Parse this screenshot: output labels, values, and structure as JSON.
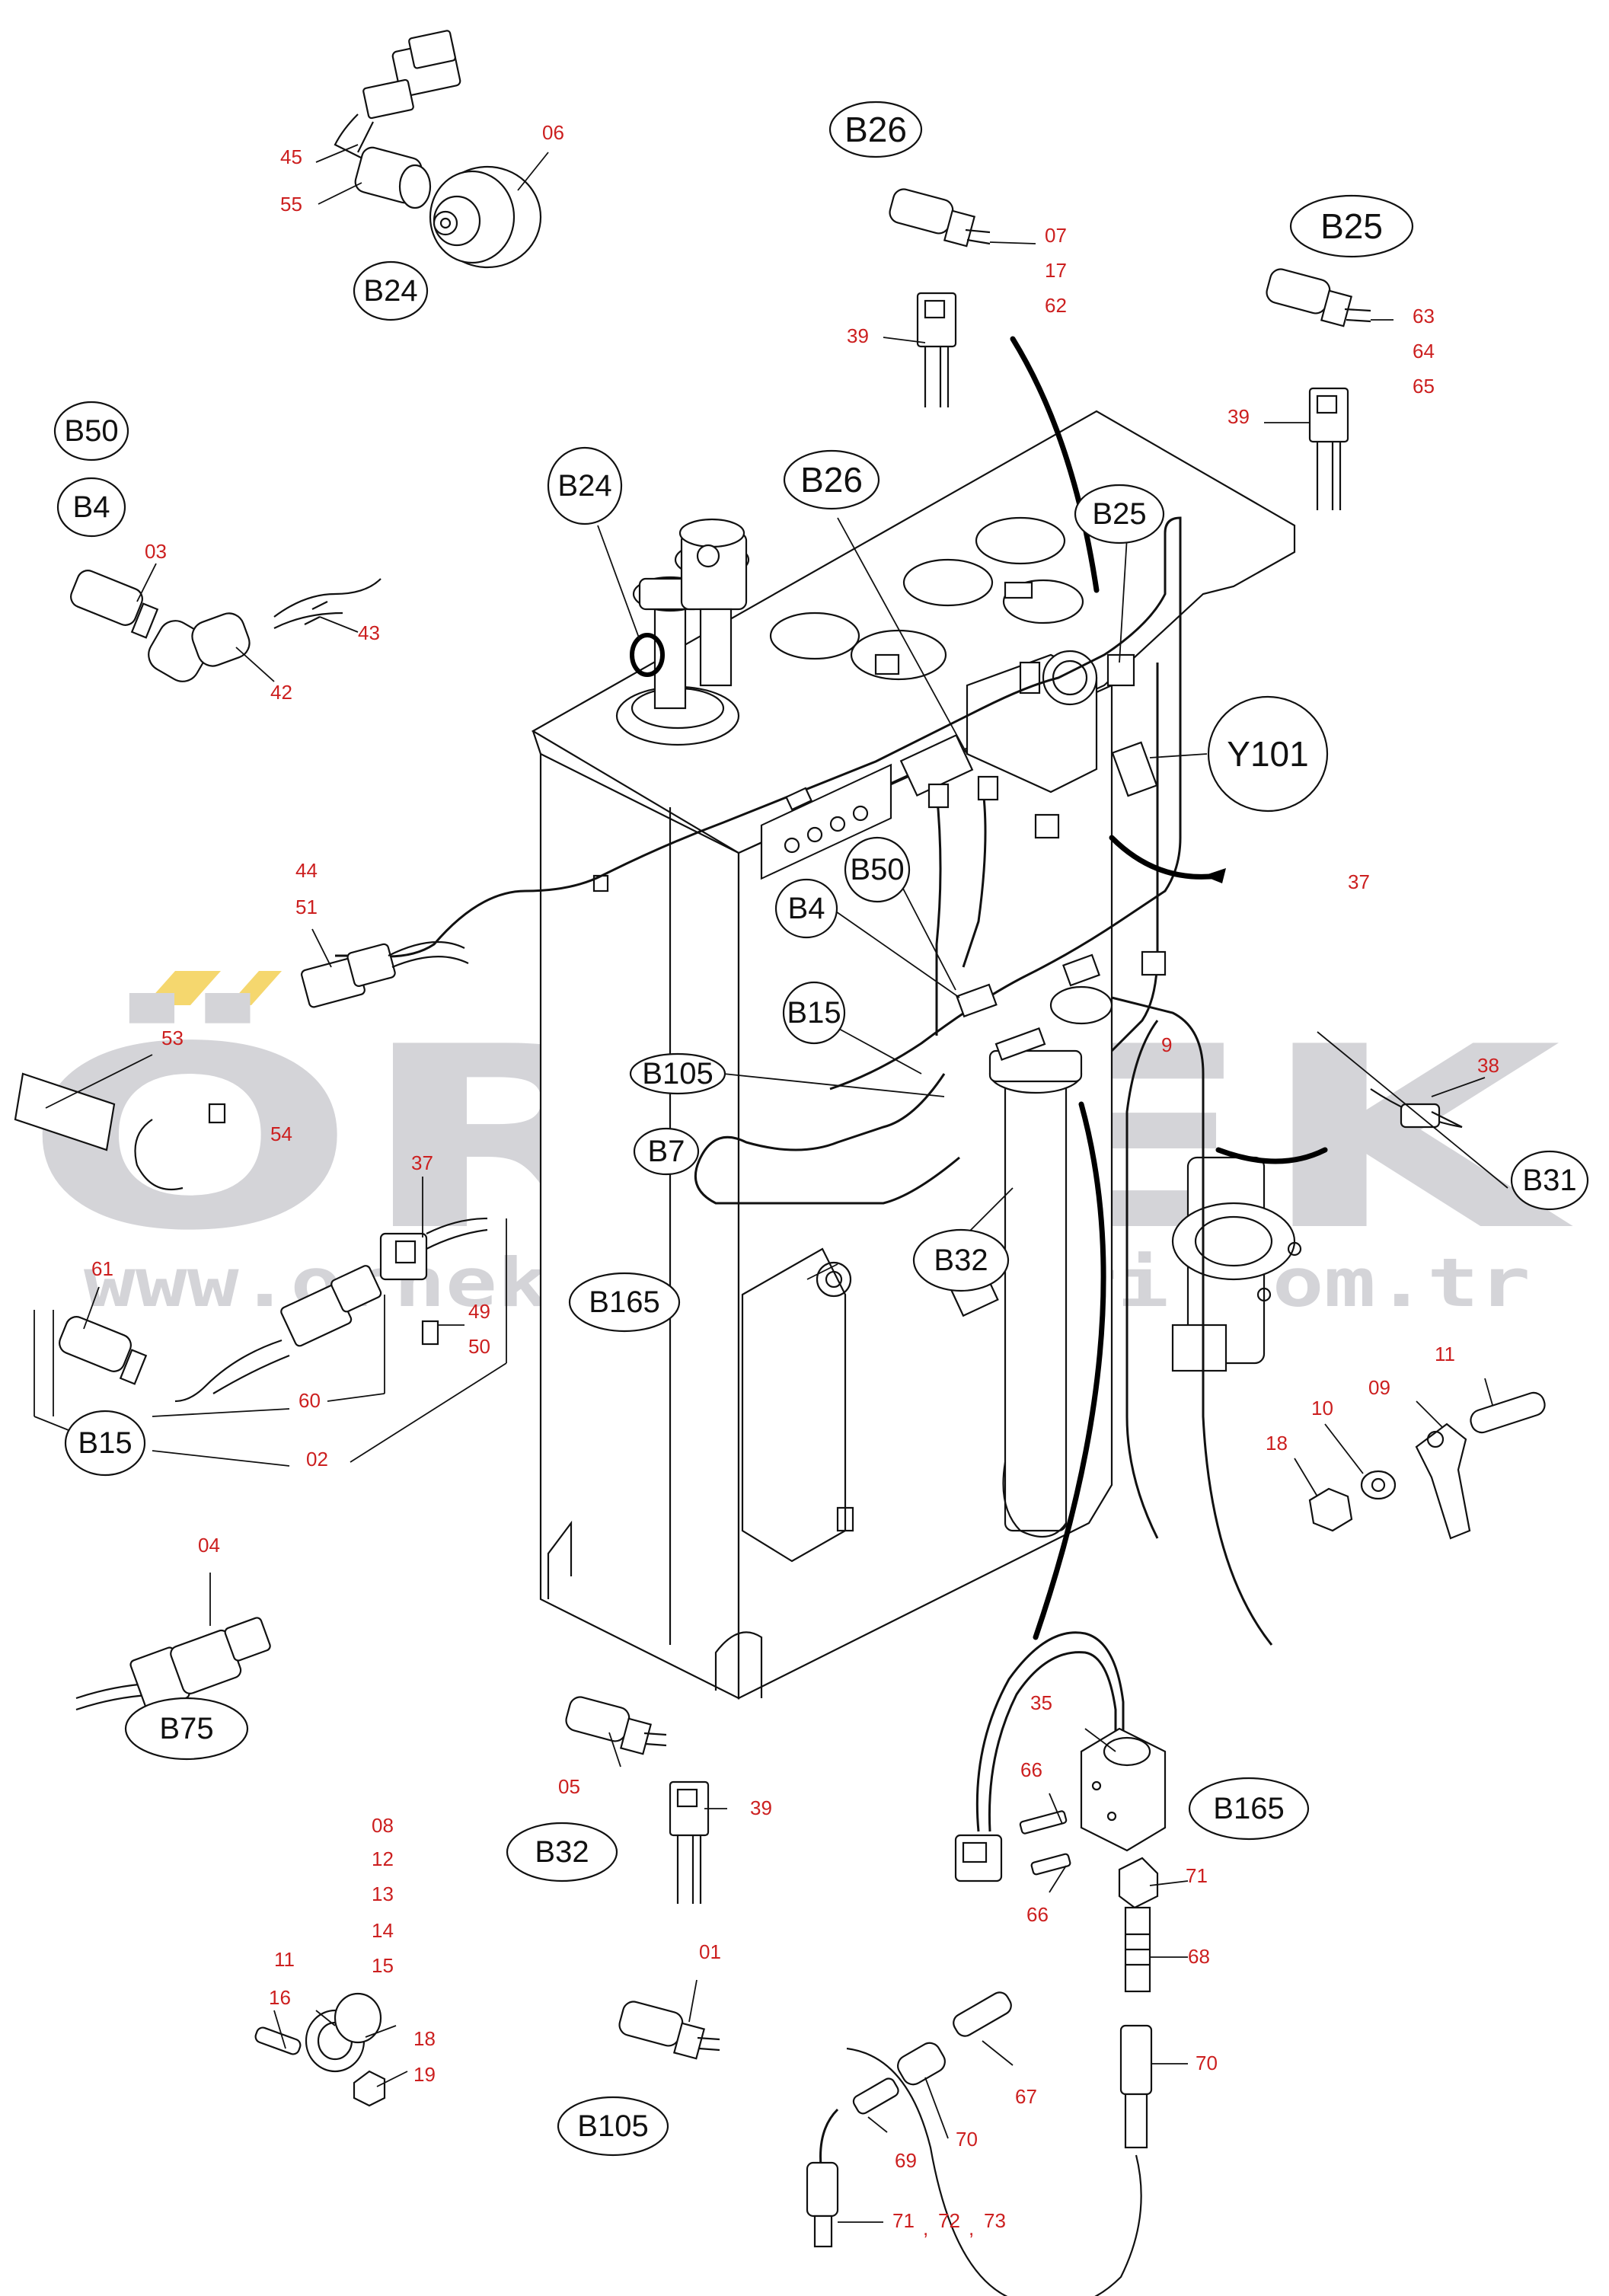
{
  "watermark": {
    "brand": "ÖRNEK",
    "url": "www.ornekismakinalari.com.tr",
    "brand_color": "#d4d4d8",
    "accent_color": "#f5d76e"
  },
  "colors": {
    "part_number": "#cc1f1f",
    "line": "#111111"
  },
  "parts": {
    "p45": "45",
    "p55": "55",
    "p06": "06",
    "p07": "07",
    "p17": "17",
    "p62": "62",
    "p39a": "39",
    "p63": "63",
    "p64": "64",
    "p65": "65",
    "p39b": "39",
    "p03": "03",
    "p43": "43",
    "p42": "42",
    "p37a": "37",
    "p44": "44",
    "p51": "51",
    "p53": "53",
    "p54": "54",
    "p9": "9",
    "p38": "38",
    "p37b": "37",
    "p61": "61",
    "p49": "49",
    "p50": "50",
    "p60": "60",
    "p02": "02",
    "p11a": "11",
    "p09": "09",
    "p10": "10",
    "p18a": "18",
    "p04": "04",
    "p05": "05",
    "p39c": "39",
    "p08": "08",
    "p12": "12",
    "p13": "13",
    "p14": "14",
    "p15": "15",
    "p11b": "11",
    "p16": "16",
    "p18b": "18",
    "p19": "19",
    "p01": "01",
    "p35": "35",
    "p66a": "66",
    "p66b": "66",
    "p71a": "71",
    "p68": "68",
    "p70a": "70",
    "p67": "67",
    "p70b": "70",
    "p69": "69",
    "p71b": "71",
    "p72": "72",
    "p73": "73",
    "comma1": ",",
    "comma2": ","
  },
  "tags": {
    "b24_detail": "B24",
    "b26_detail": "B26",
    "b25_detail": "B25",
    "b50_detail": "B50",
    "b4_detail": "B4",
    "b24_main": "B24",
    "b26_main": "B26",
    "b25_main": "B25",
    "y101": "Y101",
    "b50_main": "B50",
    "b4_main": "B4",
    "b15_main": "B15",
    "b105_main": "B105",
    "b75_partial": "B7",
    "b31_partial": "B31",
    "b32_main": "B32",
    "b165_main": "B165",
    "b15_detail": "B15",
    "b75_detail": "B75",
    "b32_detail": "B32",
    "b105_detail": "B105",
    "b165_detail": "B165"
  }
}
